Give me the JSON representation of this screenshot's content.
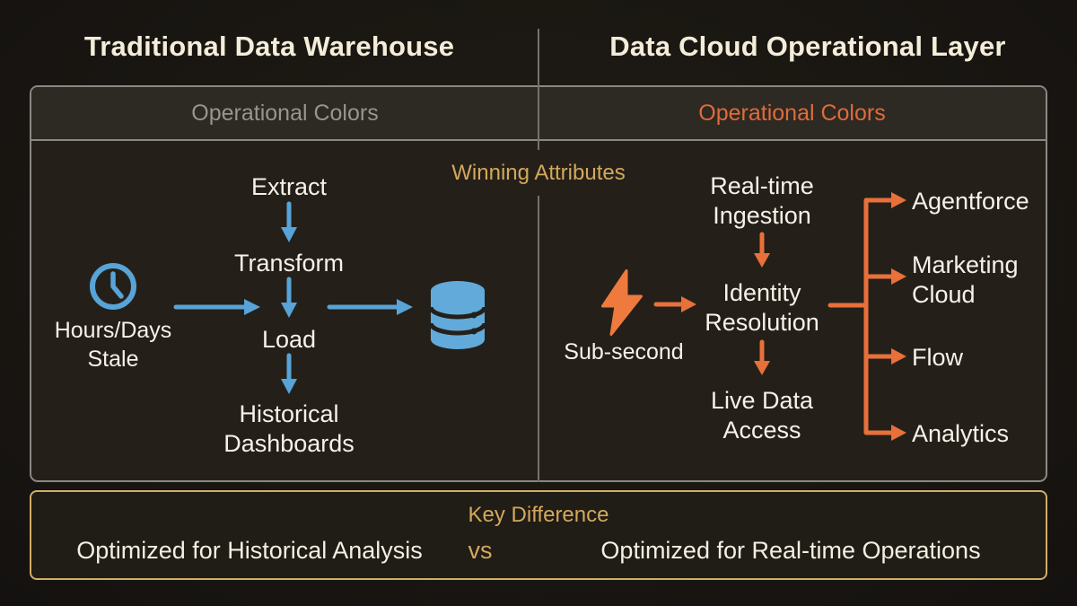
{
  "titles": {
    "left": "Traditional Data Warehouse",
    "right": "Data Cloud Operational Layer"
  },
  "panel": {
    "left_subheader": "Operational Colors",
    "right_subheader": "Operational Colors",
    "winning_label": "Winning Attributes"
  },
  "warehouse_flow": {
    "source": "Hours/Days Stale",
    "steps": [
      "Extract",
      "Transform",
      "Load"
    ],
    "sink": "Historical Dashboards",
    "icons": {
      "source": "clock-icon",
      "target": "database-icon"
    }
  },
  "cloud_flow": {
    "source": "Sub-second",
    "steps": [
      "Real-time Ingestion",
      "Identity Resolution",
      "Live Data Access"
    ],
    "outputs": [
      "Agentforce",
      "Marketing Cloud",
      "Flow",
      "Analytics"
    ],
    "icons": {
      "source": "lightning-icon"
    }
  },
  "key_difference": {
    "title": "Key Difference",
    "left": "Optimized for Historical Analysis",
    "separator": "vs",
    "right": "Optimized for Real-time Operations"
  },
  "colors": {
    "blue": "#58a3d7",
    "orange": "#e8703a",
    "gold": "#d3a85c",
    "cream": "#f3edda",
    "gray_text": "#9a958c",
    "border_gray": "#8b8884",
    "gold_border": "#d0ae66",
    "panel_bg": "#242019",
    "page_bg": "#1a1712"
  }
}
